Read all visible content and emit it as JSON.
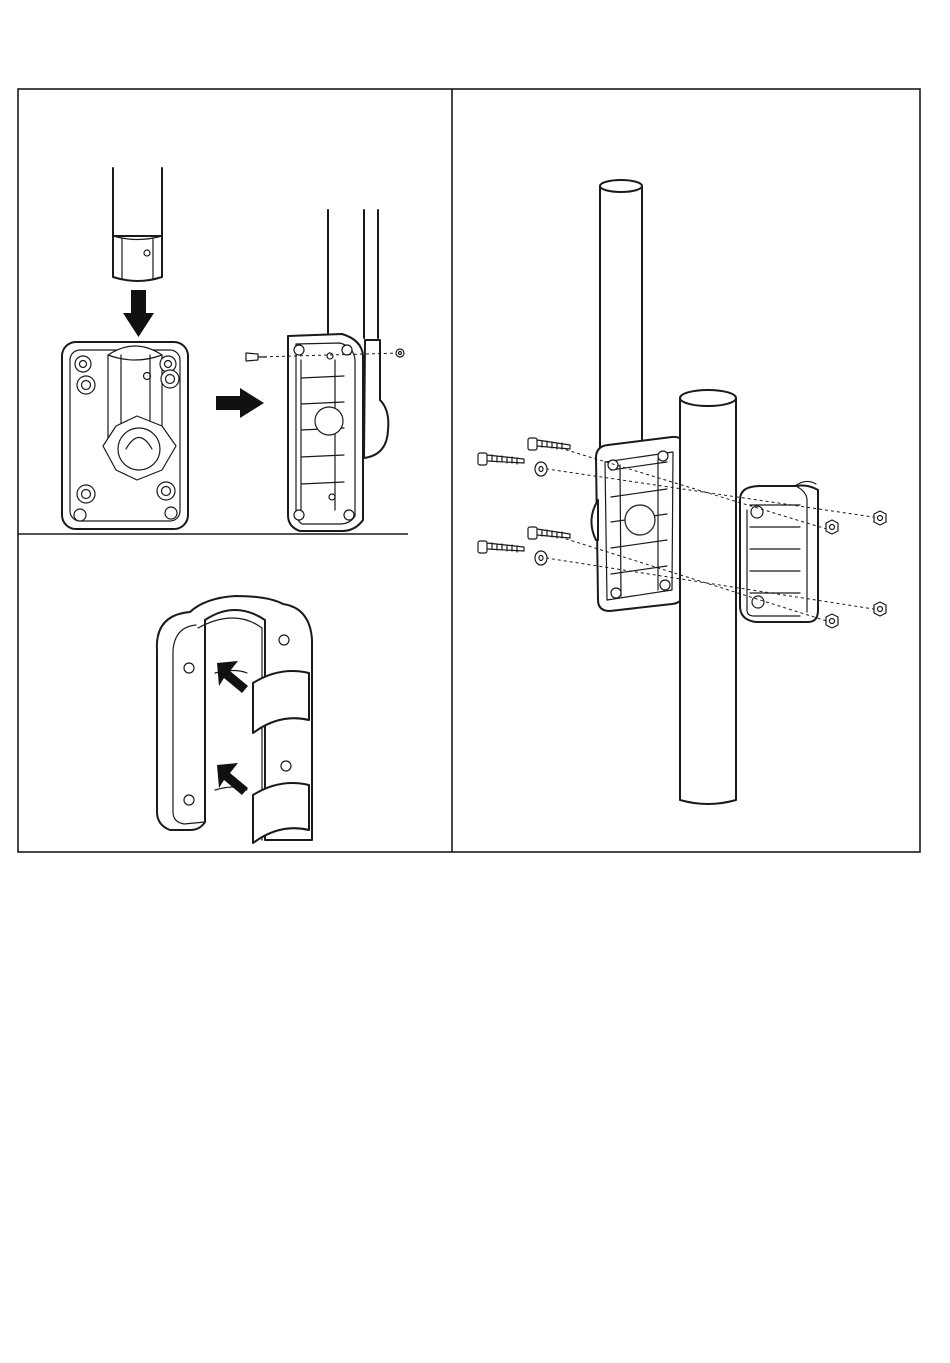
{
  "figure": {
    "panels": [
      "step-tube-insert",
      "step-liner-insert",
      "step-pole-mount"
    ],
    "style": {
      "line_color": "#1a1a1a",
      "background": "#ffffff",
      "arrow_color": "#111111"
    }
  }
}
